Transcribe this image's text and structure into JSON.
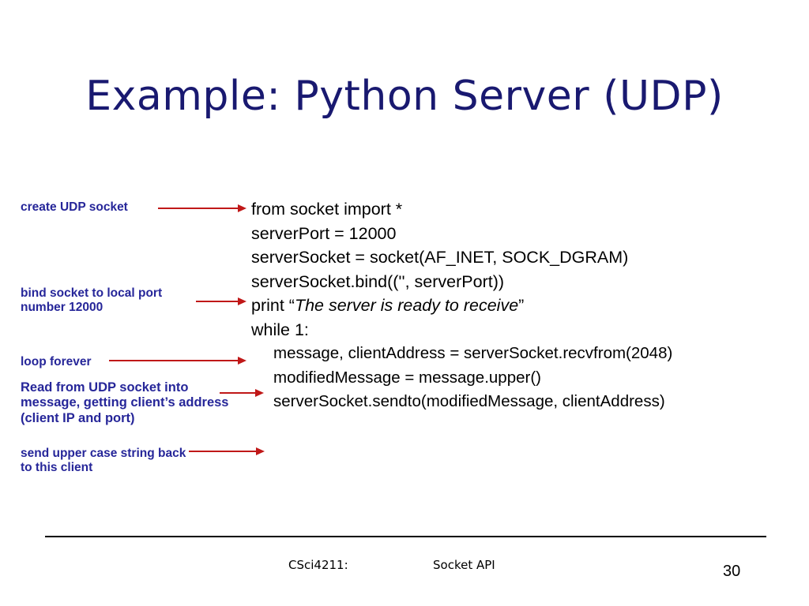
{
  "slide": {
    "title": "Example: Python Server (UDP)",
    "title_color": "#191970",
    "annotation_color": "#262699",
    "arrow_color": "#c01818",
    "background": "#ffffff"
  },
  "annotations": [
    {
      "id": "create",
      "text": "create UDP socket"
    },
    {
      "id": "bind",
      "text": "bind socket to local port number 12000"
    },
    {
      "id": "loop",
      "text": "loop forever"
    },
    {
      "id": "read",
      "text": "Read from UDP socket into message, getting client’s address (client IP and port)"
    },
    {
      "id": "send",
      "text": "send upper case string back to this client"
    }
  ],
  "code": {
    "lines": [
      {
        "text": "from socket import *",
        "indent": false
      },
      {
        "text": "serverPort = 12000",
        "indent": false
      },
      {
        "text": "serverSocket = socket(AF_INET, SOCK_DGRAM)",
        "indent": false
      },
      {
        "text": "serverSocket.bind(('', serverPort))",
        "indent": false
      },
      {
        "text": "while 1:",
        "indent": false
      },
      {
        "text": "message, clientAddress = serverSocket.recvfrom(2048)",
        "indent": true
      },
      {
        "text": "modifiedMessage = message.upper()",
        "indent": true
      },
      {
        "text": "serverSocket.sendto(modifiedMessage, clientAddress)",
        "indent": true
      }
    ],
    "print_line": {
      "prefix": "print “",
      "italic": "The server is ready to receive",
      "suffix": "”"
    }
  },
  "footer": {
    "course": "CSci4211:",
    "topic": "Socket API",
    "page_number": "30"
  }
}
